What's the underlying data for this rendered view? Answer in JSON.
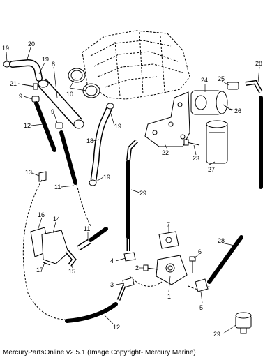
{
  "callouts": [
    {
      "id": "c19a",
      "text": "19"
    },
    {
      "id": "c20",
      "text": "20"
    },
    {
      "id": "c19b",
      "text": "19"
    },
    {
      "id": "c8",
      "text": "8"
    },
    {
      "id": "c21",
      "text": "21"
    },
    {
      "id": "c9a",
      "text": "9"
    },
    {
      "id": "c10",
      "text": "10"
    },
    {
      "id": "c9b",
      "text": "9"
    },
    {
      "id": "c12a",
      "text": "12"
    },
    {
      "id": "c19c",
      "text": "19"
    },
    {
      "id": "c18",
      "text": "18"
    },
    {
      "id": "c13",
      "text": "13"
    },
    {
      "id": "c11a",
      "text": "11"
    },
    {
      "id": "c19d",
      "text": "19"
    },
    {
      "id": "c29a",
      "text": "29"
    },
    {
      "id": "c24",
      "text": "24"
    },
    {
      "id": "c25",
      "text": "25"
    },
    {
      "id": "c28a",
      "text": "28"
    },
    {
      "id": "c26",
      "text": "26"
    },
    {
      "id": "c22",
      "text": "22"
    },
    {
      "id": "c23",
      "text": "23"
    },
    {
      "id": "c27",
      "text": "27"
    },
    {
      "id": "c16",
      "text": "16"
    },
    {
      "id": "c14",
      "text": "14"
    },
    {
      "id": "c11b",
      "text": "11"
    },
    {
      "id": "c7",
      "text": "7"
    },
    {
      "id": "c17",
      "text": "17"
    },
    {
      "id": "c15",
      "text": "15"
    },
    {
      "id": "c6",
      "text": "6"
    },
    {
      "id": "c28b",
      "text": "28"
    },
    {
      "id": "c4",
      "text": "4"
    },
    {
      "id": "c2",
      "text": "2"
    },
    {
      "id": "c3",
      "text": "3"
    },
    {
      "id": "c1",
      "text": "1"
    },
    {
      "id": "c5",
      "text": "5"
    },
    {
      "id": "c12b",
      "text": "12"
    },
    {
      "id": "c29b",
      "text": "29"
    }
  ],
  "footer": {
    "text": "MercuryPartsOnline v2.5.1 (Image Copyright- Mercury Marine)"
  }
}
